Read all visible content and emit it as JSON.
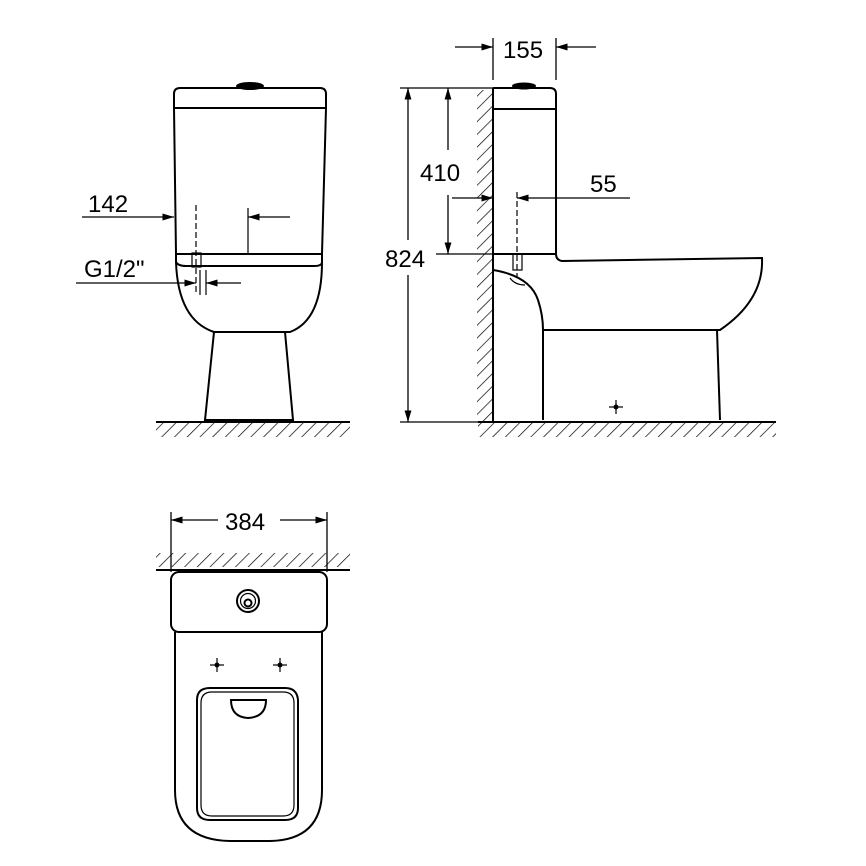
{
  "diagram": {
    "type": "technical-dimension-drawing",
    "subject": "close-coupled toilet",
    "views": [
      "front",
      "side",
      "top"
    ],
    "dimensions": {
      "outlet_offset": "142",
      "inlet_thread": "G1/2\"",
      "tank_depth": "155",
      "tank_height": "410",
      "inlet_wall_offset": "55",
      "total_height": "824",
      "width": "384"
    },
    "colors": {
      "line": "#000000",
      "background": "#ffffff"
    }
  }
}
